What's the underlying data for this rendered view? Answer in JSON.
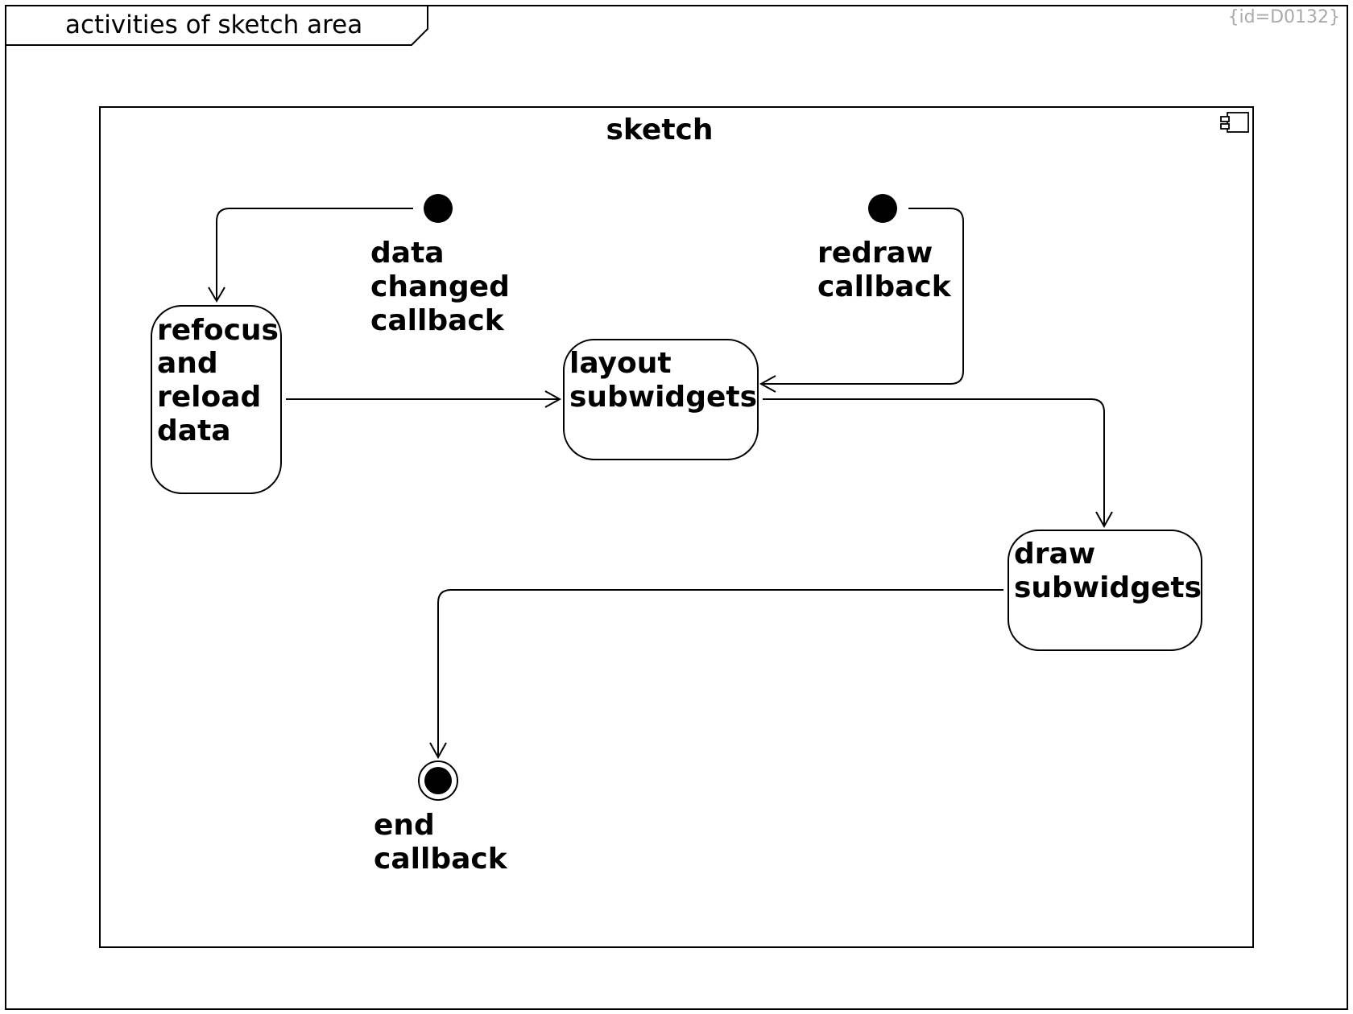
{
  "frame": {
    "title": "activities of sketch area",
    "id_label": "{id=D0132}"
  },
  "component": {
    "name": "sketch",
    "icon": "component-icon"
  },
  "initial_nodes": [
    {
      "label_lines": [
        "data",
        "changed",
        "callback"
      ]
    },
    {
      "label_lines": [
        "redraw",
        "callback"
      ]
    }
  ],
  "actions": [
    {
      "label_lines": [
        "refocus",
        "and",
        "reload",
        "data"
      ]
    },
    {
      "label_lines": [
        "layout",
        "subwidgets"
      ]
    },
    {
      "label_lines": [
        "draw",
        "subwidgets"
      ]
    }
  ],
  "final_node": {
    "label_lines": [
      "end",
      "callback"
    ]
  },
  "flows": [
    {
      "from": "data changed callback",
      "to": "refocus and reload data"
    },
    {
      "from": "refocus and reload data",
      "to": "layout subwidgets"
    },
    {
      "from": "redraw callback",
      "to": "layout subwidgets"
    },
    {
      "from": "layout subwidgets",
      "to": "draw subwidgets"
    },
    {
      "from": "draw subwidgets",
      "to": "end callback"
    }
  ]
}
